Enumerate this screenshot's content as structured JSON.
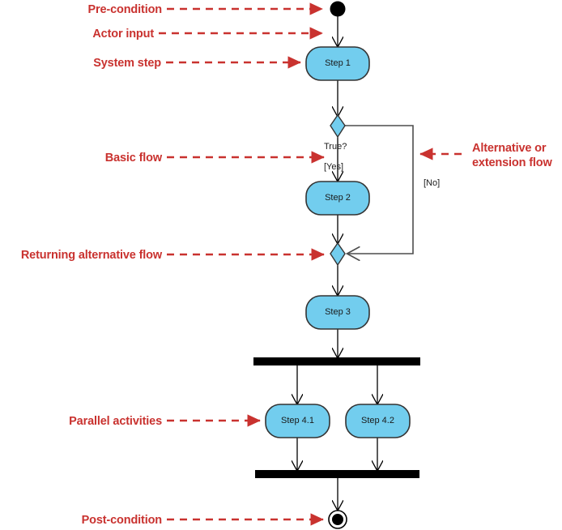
{
  "diagram": {
    "title": "UML Activity Diagram",
    "colors": {
      "node_fill": "#72cdee",
      "node_stroke": "#333333",
      "annotation_red": "#c9322f",
      "flow_line": "#000000",
      "bar_fill": "#000000",
      "background": "#ffffff"
    },
    "nodes": {
      "start": {
        "name": "initial-node",
        "shape": "filled-circle"
      },
      "step1": {
        "label": "Step 1",
        "shape": "rounded-activity"
      },
      "decision": {
        "label": "True?",
        "shape": "diamond"
      },
      "step2": {
        "label": "Step 2",
        "shape": "rounded-activity"
      },
      "merge": {
        "label": "",
        "shape": "diamond"
      },
      "step3": {
        "label": "Step 3",
        "shape": "rounded-activity"
      },
      "fork": {
        "label": "",
        "shape": "bar"
      },
      "step41": {
        "label": "Step 4.1",
        "shape": "rounded-activity"
      },
      "step42": {
        "label": "Step 4.2",
        "shape": "rounded-activity"
      },
      "join": {
        "label": "",
        "shape": "bar"
      },
      "end": {
        "name": "final-node",
        "shape": "bullseye"
      }
    },
    "guards": {
      "yes": "[Yes]",
      "no": "[No]"
    },
    "annotations": [
      {
        "id": "pre-condition",
        "text": "Pre-condition",
        "side": "left"
      },
      {
        "id": "actor-input",
        "text": "Actor input",
        "side": "left"
      },
      {
        "id": "system-step",
        "text": "System step",
        "side": "left"
      },
      {
        "id": "basic-flow",
        "text": "Basic flow",
        "side": "left"
      },
      {
        "id": "alternative-or-extension-flow",
        "text": "Alternative or\nextension flow",
        "side": "right"
      },
      {
        "id": "returning-alternative-flow",
        "text": "Returning alternative flow",
        "side": "left"
      },
      {
        "id": "parallel-activities",
        "text": "Parallel activities",
        "side": "left"
      },
      {
        "id": "post-condition",
        "text": "Post-condition",
        "side": "left"
      }
    ]
  }
}
